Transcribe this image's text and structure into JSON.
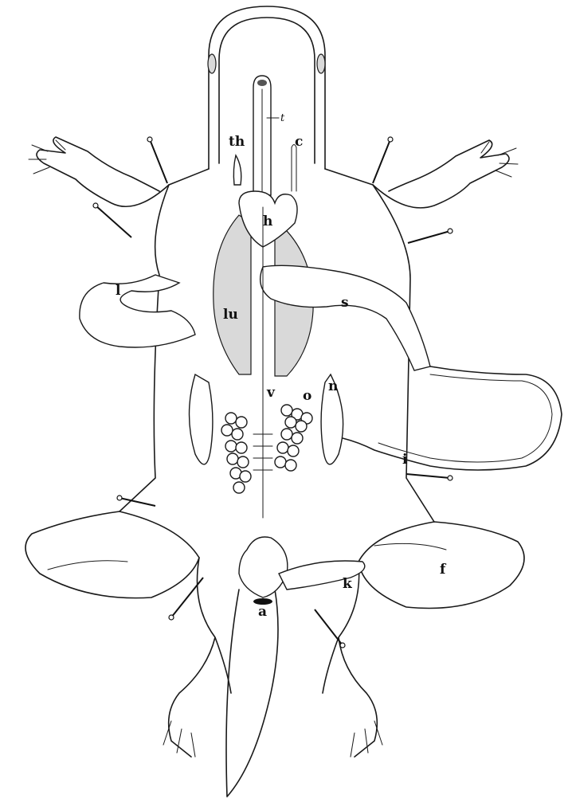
{
  "figure": {
    "labels": {
      "th": "th",
      "t": "t",
      "c": "c",
      "h": "h",
      "l": "l",
      "s": "s",
      "lu": "lu",
      "v": "v",
      "n": "n",
      "o": "o",
      "i": "i",
      "f": "f",
      "a": "a",
      "k": "k"
    }
  }
}
